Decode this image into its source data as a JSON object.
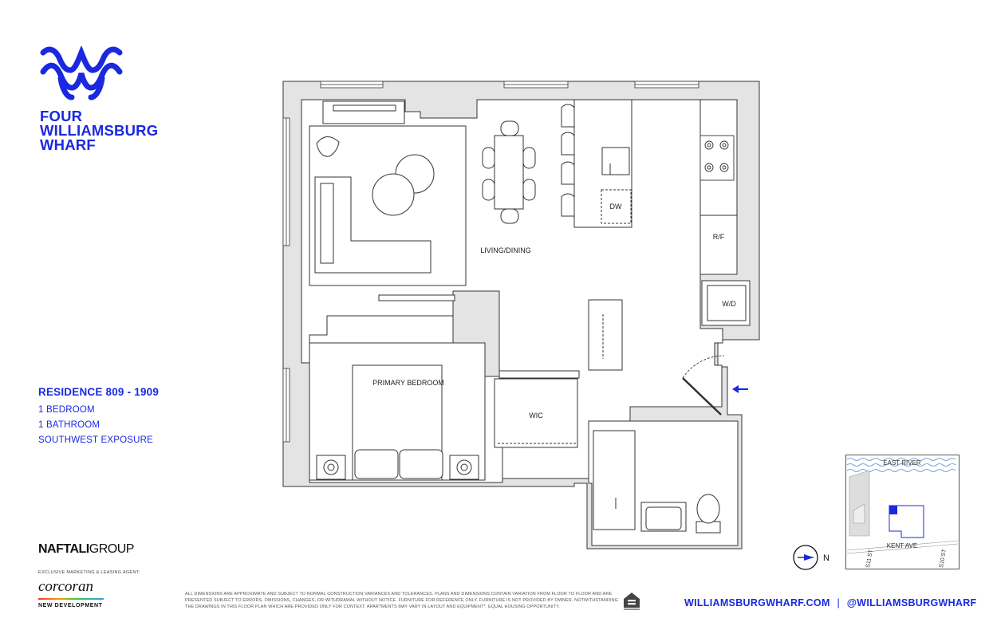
{
  "brand": {
    "name_lines": [
      "FOUR",
      "WILLIAMSBURG",
      "WHARF"
    ],
    "color": "#1a29e0"
  },
  "residence": {
    "title": "RESIDENCE 809 - 1909",
    "bedrooms": "1 BEDROOM",
    "bathrooms": "1 BATHROOM",
    "exposure": "SOUTHWEST EXPOSURE"
  },
  "plan_labels": {
    "living_dining": "LIVING/DINING",
    "dw": "DW",
    "rf": "R/F",
    "wd": "W/D",
    "primary_bedroom": "PRIMARY BEDROOM",
    "wic": "WIC"
  },
  "site_map": {
    "river": "EAST RIVER",
    "avenue": "KENT AVE",
    "street_left": "S11 ST",
    "street_right": "S10 ST"
  },
  "compass": {
    "label": "N"
  },
  "developer": {
    "bold": "NAFTALI",
    "regular": "GROUP"
  },
  "agent": {
    "label": "EXCLUSIVE MARKETING & LEASING AGENT:",
    "name": "corcoran",
    "division": "NEW DEVELOPMENT"
  },
  "disclaimer": "ALL DIMENSIONS ARE APPROXIMATE AND SUBJECT TO NORMAL CONSTRUCTION VARIANCES AND TOLERANCES. PLANS AND DIMENSIONS CONTAIN VARIATION FROM FLOOR TO FLOOR AND ARE PRESENTED SUBJECT TO ERRORS, OMISSIONS, CHANGES, OR WITHDRAWAL WITHOUT NOTICE. FURNITURE FOR REFERENCE ONLY. FURNITURE IS NOT PROVIDED BY OWNER. NOTWITHSTANDING THE DRAWINGS IN THIS FLOOR PLAN WHICH ARE PROVIDED ONLY FOR CONTEXT. APARTMENTS MAY VARY IN LAYOUT AND EQUIPMENT*. EQUAL HOUSING OPPORTUNITY.",
  "footer": {
    "website": "WILLIAMSBURGWHARF.COM",
    "separator": "|",
    "handle": "@WILLIAMSBURGWHARF"
  },
  "icons": [
    "brand-logo-mark",
    "entry-arrow-icon",
    "compass-icon",
    "equal-housing-icon"
  ]
}
